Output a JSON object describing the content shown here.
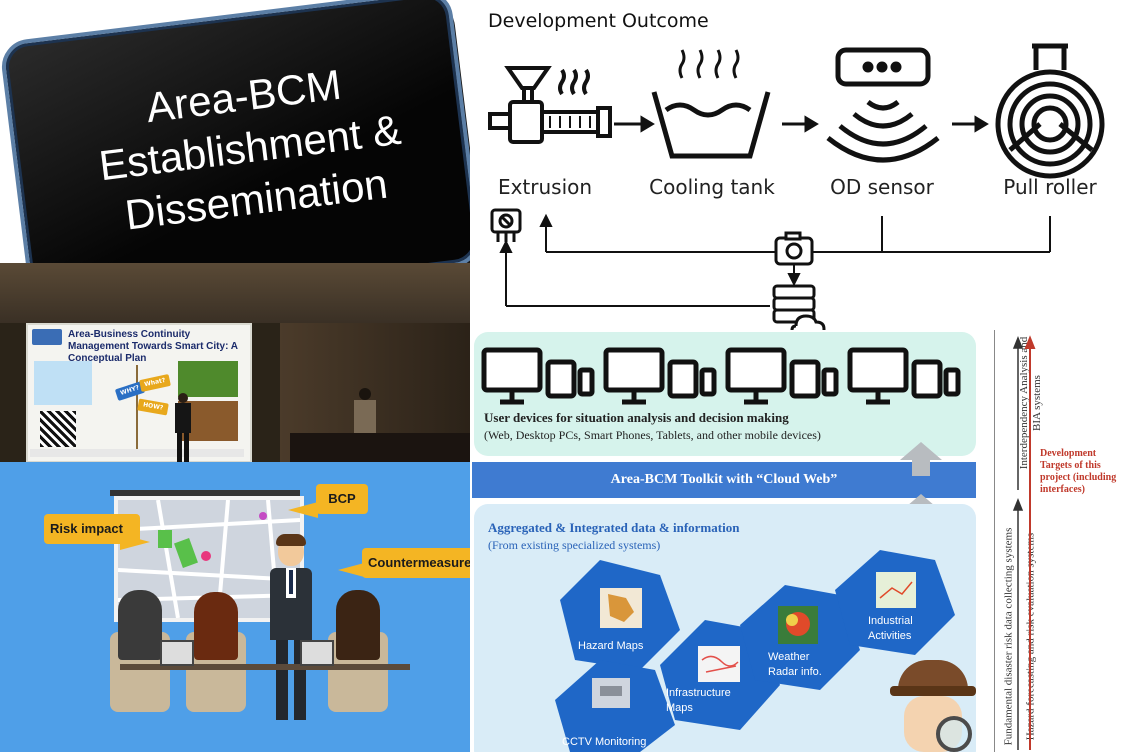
{
  "panel_bcm": {
    "tile_text": "Area-BCM Establishment & Dissemination"
  },
  "panel_conference": {
    "slide_title": "Area-Business Continuity Management Towards Smart City: A Conceptual Plan",
    "sign_why": "WHY?",
    "sign_what": "What?",
    "sign_how": "HOW?"
  },
  "panel_meeting": {
    "callouts": [
      "Risk impact",
      "BCP",
      "Countermeasure"
    ]
  },
  "panel_outcome": {
    "title": "Development Outcome",
    "stages": [
      "Extrusion",
      "Cooling tank",
      "OD sensor",
      "Pull roller"
    ]
  },
  "panel_toolkit": {
    "devices_title": "User devices for situation analysis and decision making",
    "devices_sub": "(Web, Desktop PCs, Smart Phones, Tablets, and other mobile devices)",
    "toolkit_bar": "Area-BCM Toolkit with “Cloud Web”",
    "data_title": "Aggregated & Integrated data & information",
    "data_sub": "(From existing specialized systems)",
    "hexes": [
      "Hazard Maps",
      "Infrastructure Maps",
      "Weather Radar info.",
      "Industrial Activities",
      "CCTV Monitoring"
    ],
    "side_upper": "Interdependency Analysis and BIA systems",
    "side_lower_1": "Fundamental disaster risk data collecting systems",
    "side_lower_2": "Hazard forecasting and risk evaluation systems",
    "dev_targets": "Development Targets of this project (including interfaces)",
    "colors": {
      "bar": "#3f7bd1",
      "panel_top": "#d6f3ec",
      "panel_bottom": "#d9ecf7",
      "hex": "#1f67c7",
      "red_text": "#c0392b"
    }
  }
}
